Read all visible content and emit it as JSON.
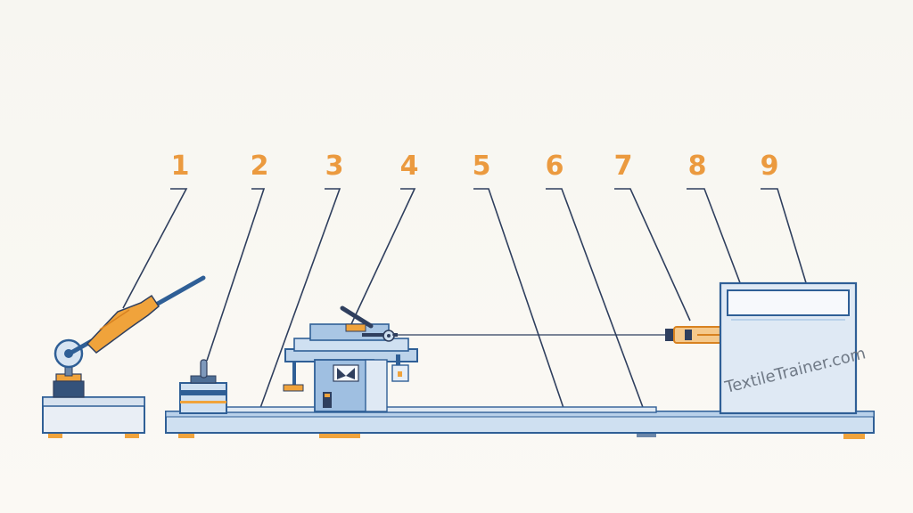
{
  "labels": [
    "1",
    "2",
    "3",
    "4",
    "5",
    "6",
    "7",
    "8",
    "9"
  ],
  "watermark": "TextileTrainer.com",
  "colors": {
    "number": "#eb9a3f",
    "leader": "#2f3f5e",
    "outline": "#2f5f96",
    "body": "#a9c6e4",
    "body_light": "#dfe9f4",
    "accent": "#f0a33b",
    "background": "#fbf9f4"
  }
}
